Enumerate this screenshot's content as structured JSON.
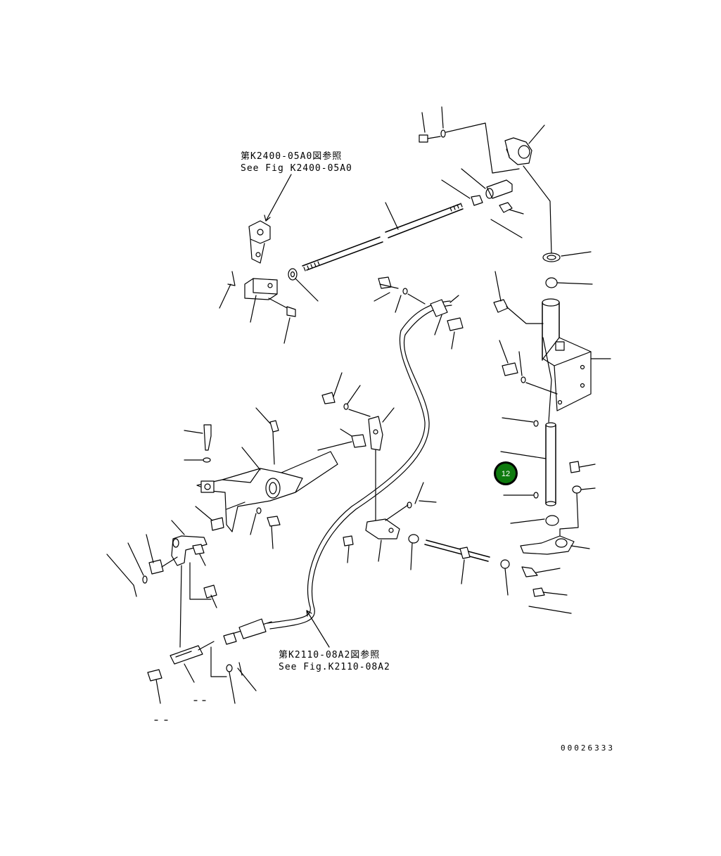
{
  "references": {
    "top": {
      "jp": "第K2400-05A0図参照",
      "en": "See Fig K2400-05A0"
    },
    "bottom": {
      "jp": "第K2110-08A2図参照",
      "en": "See Fig.K2110-08A2"
    }
  },
  "drawing_code": "00026333",
  "callout": {
    "number": "12",
    "fill_color": "#0e7a0e",
    "ring_color": "#000000"
  }
}
